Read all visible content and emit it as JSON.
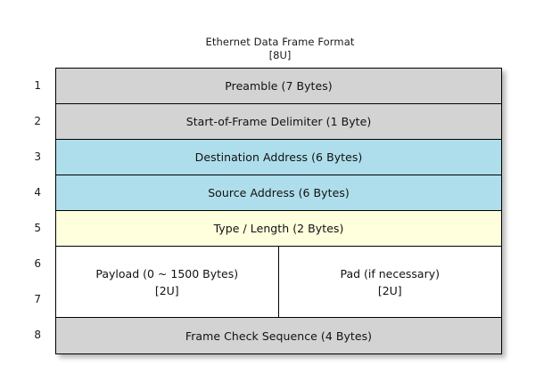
{
  "diagram": {
    "title": "Ethernet Data Frame Format",
    "subtitle": "[8U]",
    "row_labels": [
      "1",
      "2",
      "3",
      "4",
      "5",
      "6",
      "7",
      "8"
    ],
    "colors": {
      "gray": "#d3d3d3",
      "blue": "#aedeeb",
      "yellow": "#ffffdd",
      "white": "#ffffff",
      "border": "#000000",
      "text": "#111111"
    },
    "rows": [
      {
        "index": "1",
        "label": "Preamble (7 Bytes)",
        "fill": "gray"
      },
      {
        "index": "2",
        "label": "Start-of-Frame Delimiter (1 Byte)",
        "fill": "gray"
      },
      {
        "index": "3",
        "label": "Destination Address (6 Bytes)",
        "fill": "blue"
      },
      {
        "index": "4",
        "label": "Source Address (6 Bytes)",
        "fill": "blue"
      },
      {
        "index": "5",
        "label": "Type / Length (2 Bytes)",
        "fill": "yellow"
      },
      {
        "index": "8",
        "label": "Frame Check Sequence (4 Bytes)",
        "fill": "gray"
      }
    ],
    "split_block": {
      "spans_rows": [
        "6",
        "7"
      ],
      "fill": "white",
      "left": {
        "label": "Payload (0 ~ 1500 Bytes)",
        "note": "[2U]"
      },
      "right": {
        "label": "Pad (if necessary)",
        "note": "[2U]"
      }
    }
  }
}
